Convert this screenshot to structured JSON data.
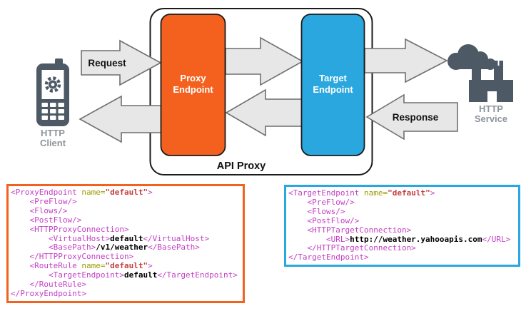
{
  "diagram": {
    "container_label": "API Proxy",
    "proxy_box": {
      "label_line1": "Proxy",
      "label_line2": "Endpoint"
    },
    "target_box": {
      "label_line1": "Target",
      "label_line2": "Endpoint"
    },
    "client": {
      "label_line1": "HTTP",
      "label_line2": "Client"
    },
    "service": {
      "label_line1": "HTTP",
      "label_line2": "Service"
    },
    "request_arrow_label": "Request",
    "response_arrow_label": "Response"
  },
  "colors": {
    "proxy_orange": "#F4611E",
    "target_blue": "#2AA7DE",
    "icon_slate": "#4D5A65",
    "icon_label_gray": "#8E959B",
    "arrow_fill": "#E7E7E7",
    "arrow_stroke": "#6F6F6F",
    "xml_tag": "#C43FC4",
    "xml_attr_name": "#9C9C00",
    "xml_attr_value": "#C53F3F",
    "xml_text": "#000000"
  },
  "proxy_code": {
    "lines": [
      [
        [
          "tag",
          "<ProxyEndpoint"
        ],
        [
          "attr",
          " name="
        ],
        [
          "val",
          "\"default\""
        ],
        [
          "tag",
          ">"
        ]
      ],
      [
        [
          "tag",
          "    <PreFlow/>"
        ]
      ],
      [
        [
          "tag",
          "    <Flows/>"
        ]
      ],
      [
        [
          "tag",
          "    <PostFlow/>"
        ]
      ],
      [
        [
          "tag",
          "    <HTTPProxyConnection>"
        ]
      ],
      [
        [
          "tag",
          "        <VirtualHost>"
        ],
        [
          "text",
          "default"
        ],
        [
          "tag",
          "</VirtualHost>"
        ]
      ],
      [
        [
          "tag",
          "        <BasePath>"
        ],
        [
          "text",
          "/v1/weather"
        ],
        [
          "tag",
          "</BasePath>"
        ]
      ],
      [
        [
          "tag",
          "    </HTTPProxyConnection>"
        ]
      ],
      [
        [
          "tag",
          "    <RouteRule"
        ],
        [
          "attr",
          " name="
        ],
        [
          "val",
          "\"default\""
        ],
        [
          "tag",
          ">"
        ]
      ],
      [
        [
          "tag",
          "        <TargetEndpoint>"
        ],
        [
          "text",
          "default"
        ],
        [
          "tag",
          "</TargetEndpoint>"
        ]
      ],
      [
        [
          "tag",
          "    </RouteRule>"
        ]
      ],
      [
        [
          "tag",
          "</ProxyEndpoint>"
        ]
      ]
    ]
  },
  "target_code": {
    "lines": [
      [
        [
          "tag",
          "<TargetEndpoint"
        ],
        [
          "attr",
          " name="
        ],
        [
          "val",
          "\"default\""
        ],
        [
          "tag",
          ">"
        ]
      ],
      [
        [
          "tag",
          "    <PreFlow/>"
        ]
      ],
      [
        [
          "tag",
          "    <Flows/>"
        ]
      ],
      [
        [
          "tag",
          "    <PostFlow/>"
        ]
      ],
      [
        [
          "tag",
          "    <HTTPTargetConnection>"
        ]
      ],
      [
        [
          "tag",
          "        <URL>"
        ],
        [
          "text",
          "http://weather.yahooapis.com"
        ],
        [
          "tag",
          "</URL>"
        ]
      ],
      [
        [
          "tag",
          "    </HTTPTargetConnection>"
        ]
      ],
      [
        [
          "tag",
          "</TargetEndpoint>"
        ]
      ]
    ]
  }
}
